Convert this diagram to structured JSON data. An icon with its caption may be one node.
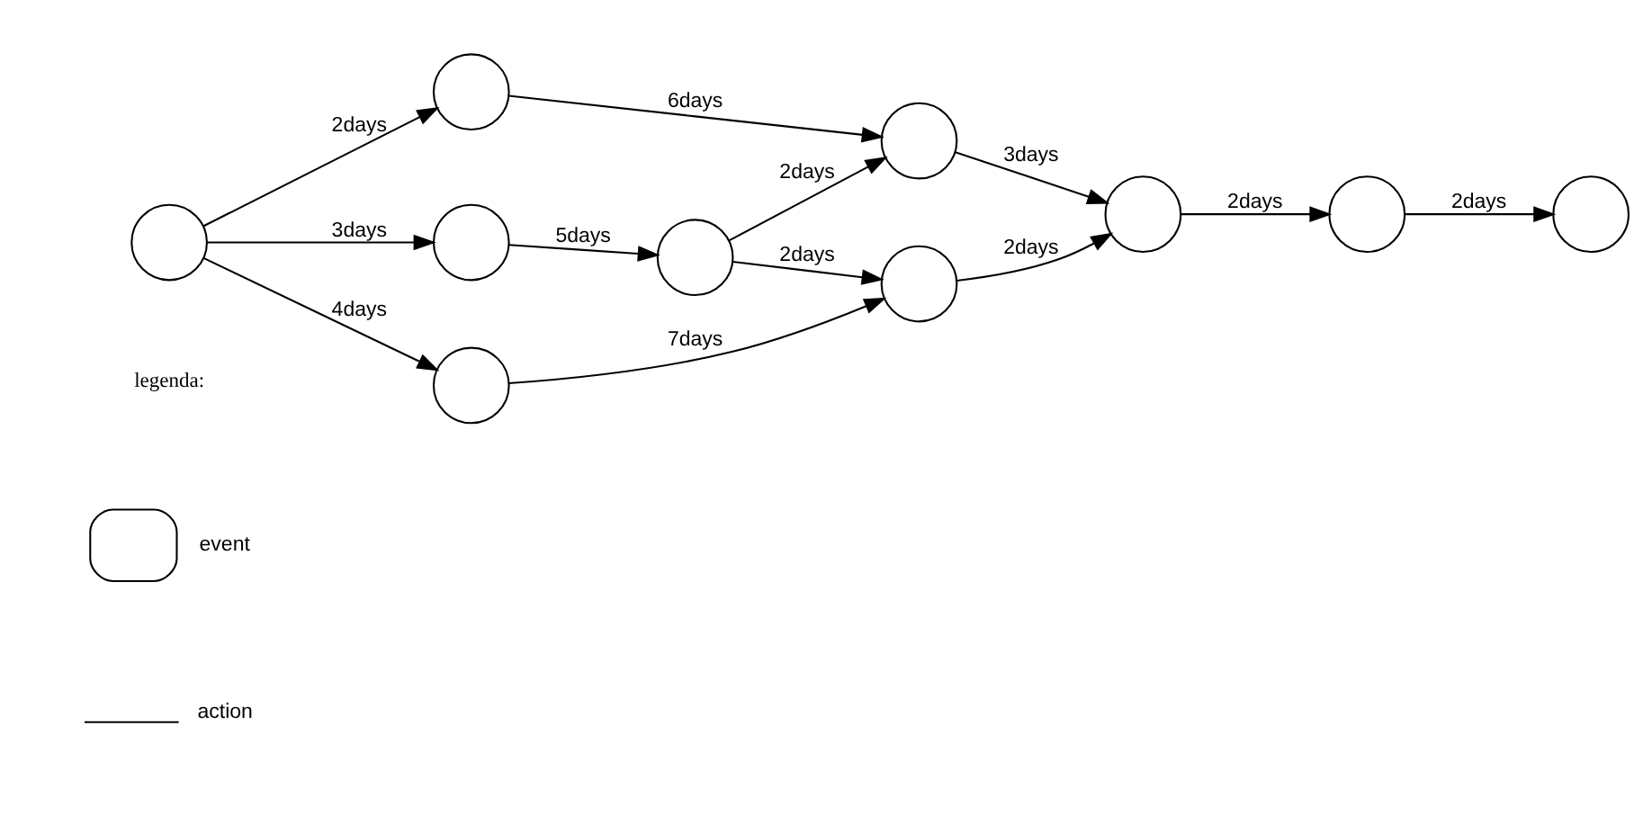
{
  "diagram": {
    "nodes": [
      {
        "text": [],
        "shape": "circle"
      },
      {
        "text": [],
        "shape": "circle"
      },
      {
        "text": [],
        "shape": "circle"
      },
      {
        "text": [],
        "shape": "circle"
      },
      {
        "text": [],
        "shape": "circle"
      },
      {
        "text": [],
        "shape": "circle"
      },
      {
        "text": [],
        "shape": "circle"
      },
      {
        "text": [],
        "shape": "circle"
      },
      {
        "text": [],
        "shape": "circle"
      },
      {
        "text": [],
        "shape": "circle"
      }
    ],
    "edges": [
      {
        "from": 0,
        "to": 1,
        "arrow": "to",
        "label": "2days"
      },
      {
        "from": 0,
        "to": 2,
        "arrow": "to",
        "label": "3days"
      },
      {
        "from": 0,
        "to": 3,
        "arrow": "to",
        "label": "4days"
      },
      {
        "from": 1,
        "to": 5,
        "arrow": "to",
        "label": "6days"
      },
      {
        "from": 2,
        "to": 4,
        "arrow": "to",
        "label": "5days"
      },
      {
        "from": 3,
        "to": 6,
        "arrow": "to",
        "label": "7days"
      },
      {
        "from": 4,
        "to": 5,
        "arrow": "to",
        "label": "2days"
      },
      {
        "from": 4,
        "to": 6,
        "arrow": "to",
        "label": "2days"
      },
      {
        "from": 5,
        "to": 7,
        "arrow": "to",
        "label": "3days"
      },
      {
        "from": 6,
        "to": 7,
        "arrow": "to",
        "label": "2days"
      },
      {
        "from": 7,
        "to": 8,
        "arrow": "to",
        "label": "2days"
      },
      {
        "from": 8,
        "to": 9,
        "arrow": "to",
        "label": "2days"
      }
    ],
    "labels": [
      "legenda:"
    ],
    "legend": [
      {
        "text": "event"
      },
      {
        "text": "action"
      }
    ]
  }
}
